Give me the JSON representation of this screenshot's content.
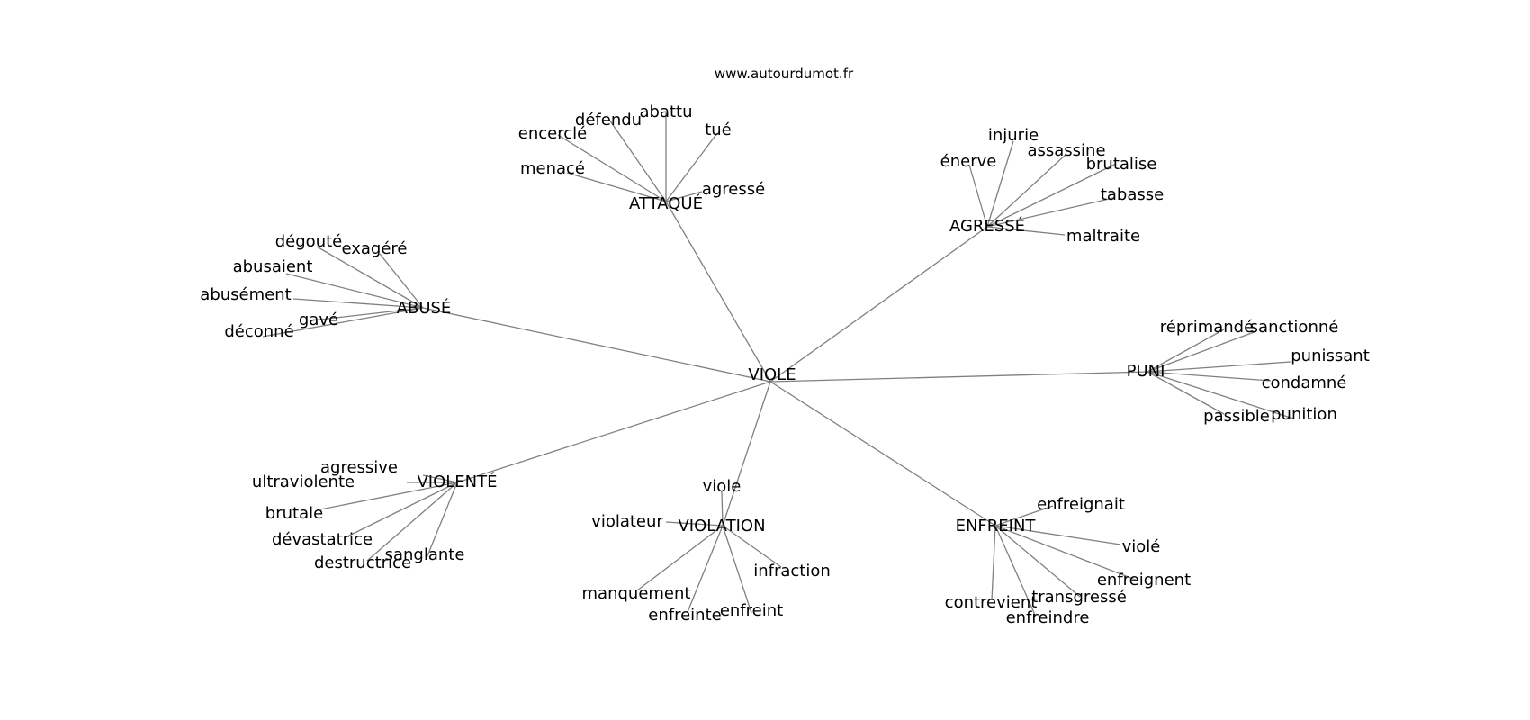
{
  "watermark": "www.autourdumot.fr",
  "colors": {
    "edge": "#808080",
    "text": "#000000",
    "background": "#ffffff"
  },
  "center": "VIOLE",
  "groups": [
    {
      "hub": "ATTAQUÉ",
      "words": [
        "abattu",
        "défendu",
        "tué",
        "encerclé",
        "menacé",
        "agressé"
      ]
    },
    {
      "hub": "AGRESSÉ",
      "words": [
        "injurie",
        "assassine",
        "énerve",
        "brutalise",
        "tabasse",
        "maltraite"
      ]
    },
    {
      "hub": "ABUSÉ",
      "words": [
        "dégouté",
        "exagéré",
        "abusaient",
        "abusément",
        "gavé",
        "déconné"
      ]
    },
    {
      "hub": "PUNI",
      "words": [
        "réprimandé",
        "sanctionné",
        "punissant",
        "condamné",
        "punition",
        "passible"
      ]
    },
    {
      "hub": "VIOLENTÉ",
      "words": [
        "agressive",
        "ultraviolente",
        "brutale",
        "dévastatrice",
        "sanglante",
        "destructrice"
      ]
    },
    {
      "hub": "VIOLATION",
      "words": [
        "viole",
        "violateur",
        "infraction",
        "manquement",
        "enfreint",
        "enfreinte"
      ]
    },
    {
      "hub": "ENFREINT",
      "words": [
        "enfreignait",
        "violé",
        "enfreignent",
        "transgressé",
        "contrevient",
        "enfreindre"
      ]
    }
  ]
}
